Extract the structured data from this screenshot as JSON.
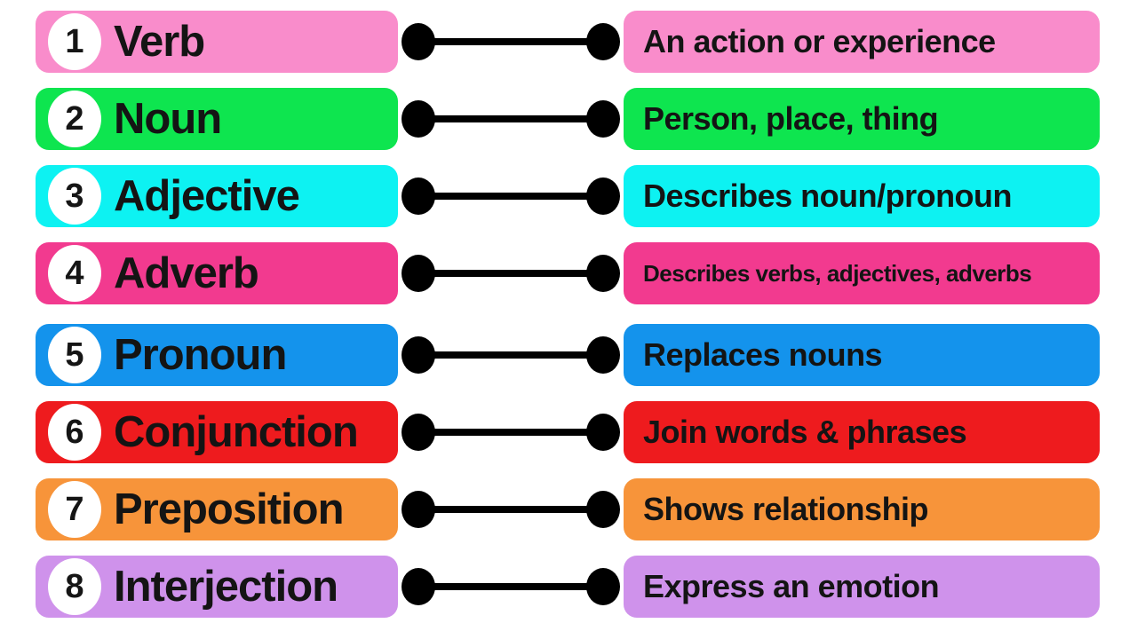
{
  "background_color": "#FFFFFF",
  "connector_color": "#000000",
  "text_color": "#141414",
  "rows": [
    {
      "number": "1",
      "term": "Verb",
      "definition": "An action or experience",
      "color": "#F98CCB"
    },
    {
      "number": "2",
      "term": "Noun",
      "definition": "Person, place, thing",
      "color": "#0EE54F"
    },
    {
      "number": "3",
      "term": "Adjective",
      "definition": "Describes noun/pronoun",
      "color": "#0DF2F2"
    },
    {
      "number": "4",
      "term": "Adverb",
      "definition": "Describes verbs, adjectives, adverbs",
      "color": "#F23A8F"
    },
    {
      "number": "5",
      "term": "Pronoun",
      "definition": "Replaces nouns",
      "color": "#1493EC"
    },
    {
      "number": "6",
      "term": "Conjunction",
      "definition": "Join words & phrases",
      "color": "#EE1B1E"
    },
    {
      "number": "7",
      "term": "Preposition",
      "definition": "Shows relationship",
      "color": "#F7943A"
    },
    {
      "number": "8",
      "term": "Interjection",
      "definition": "Express an emotion",
      "color": "#CF92EB"
    }
  ]
}
